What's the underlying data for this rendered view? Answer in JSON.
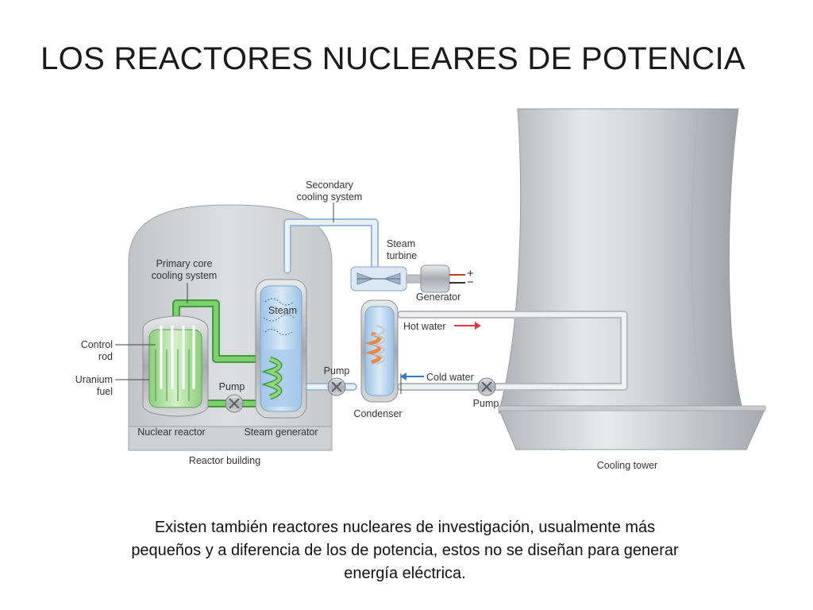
{
  "slide": {
    "title": "LOS REACTORES NUCLEARES DE POTENCIA",
    "caption": "Existen también reactores nucleares de investigación, usualmente más pequeños y a diferencia de los de potencia, estos no se diseñan para generar energía eléctrica."
  },
  "diagram": {
    "labels": {
      "secondary_cooling_1": "Secondary",
      "secondary_cooling_2": "cooling system",
      "primary_core_1": "Primary core",
      "primary_core_2": "cooling system",
      "control_rod_1": "Control",
      "control_rod_2": "rod",
      "uranium_fuel_1": "Uranium",
      "uranium_fuel_2": "fuel",
      "steam": "Steam",
      "steam_turbine_1": "Steam",
      "steam_turbine_2": "turbine",
      "generator": "Generator",
      "plus": "+",
      "minus": "−",
      "hot_water": "Hot water",
      "cold_water": "Cold water",
      "pump_primary": "Pump",
      "pump_secondary": "Pump",
      "pump_tower": "Pump",
      "condenser": "Condenser",
      "nuclear_reactor": "Nuclear reactor",
      "steam_generator": "Steam generator",
      "reactor_building": "Reactor building",
      "cooling_tower": "Cooling tower"
    },
    "colors": {
      "primary_loop": "#5cb85c",
      "secondary_loop": "#c9d9ea",
      "hot_water_arrow": "#e0344a",
      "cold_water_arrow": "#3a7bbf",
      "building": "#d5d6da",
      "tower": "#c8cacf"
    }
  }
}
